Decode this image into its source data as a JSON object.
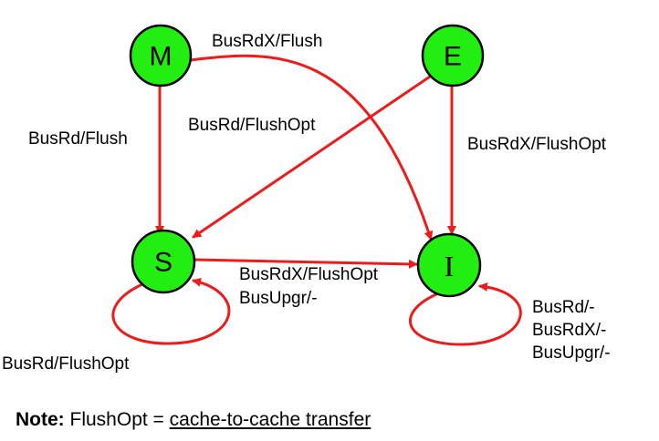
{
  "colors": {
    "state_fill": "#22ee11",
    "edge": "#ee1b1b",
    "text": "#000000"
  },
  "states": {
    "M": "M",
    "E": "E",
    "S": "S",
    "I": "I"
  },
  "transitions": {
    "m_to_i": "BusRdX/Flush",
    "m_to_s": "BusRd/Flush",
    "e_to_s": "BusRd/FlushOpt",
    "e_to_i": "BusRdX/FlushOpt",
    "s_to_i_line1": "BusRdX/FlushOpt",
    "s_to_i_line2": "BusUpgr/-",
    "s_self": "BusRd/FlushOpt",
    "i_self_line1": "BusRd/-",
    "i_self_line2": "BusRdX/-",
    "i_self_line3": "BusUpgr/-"
  },
  "note": {
    "label": "Note:",
    "text": " FlushOpt = ",
    "definition": "cache-to-cache transfer"
  }
}
